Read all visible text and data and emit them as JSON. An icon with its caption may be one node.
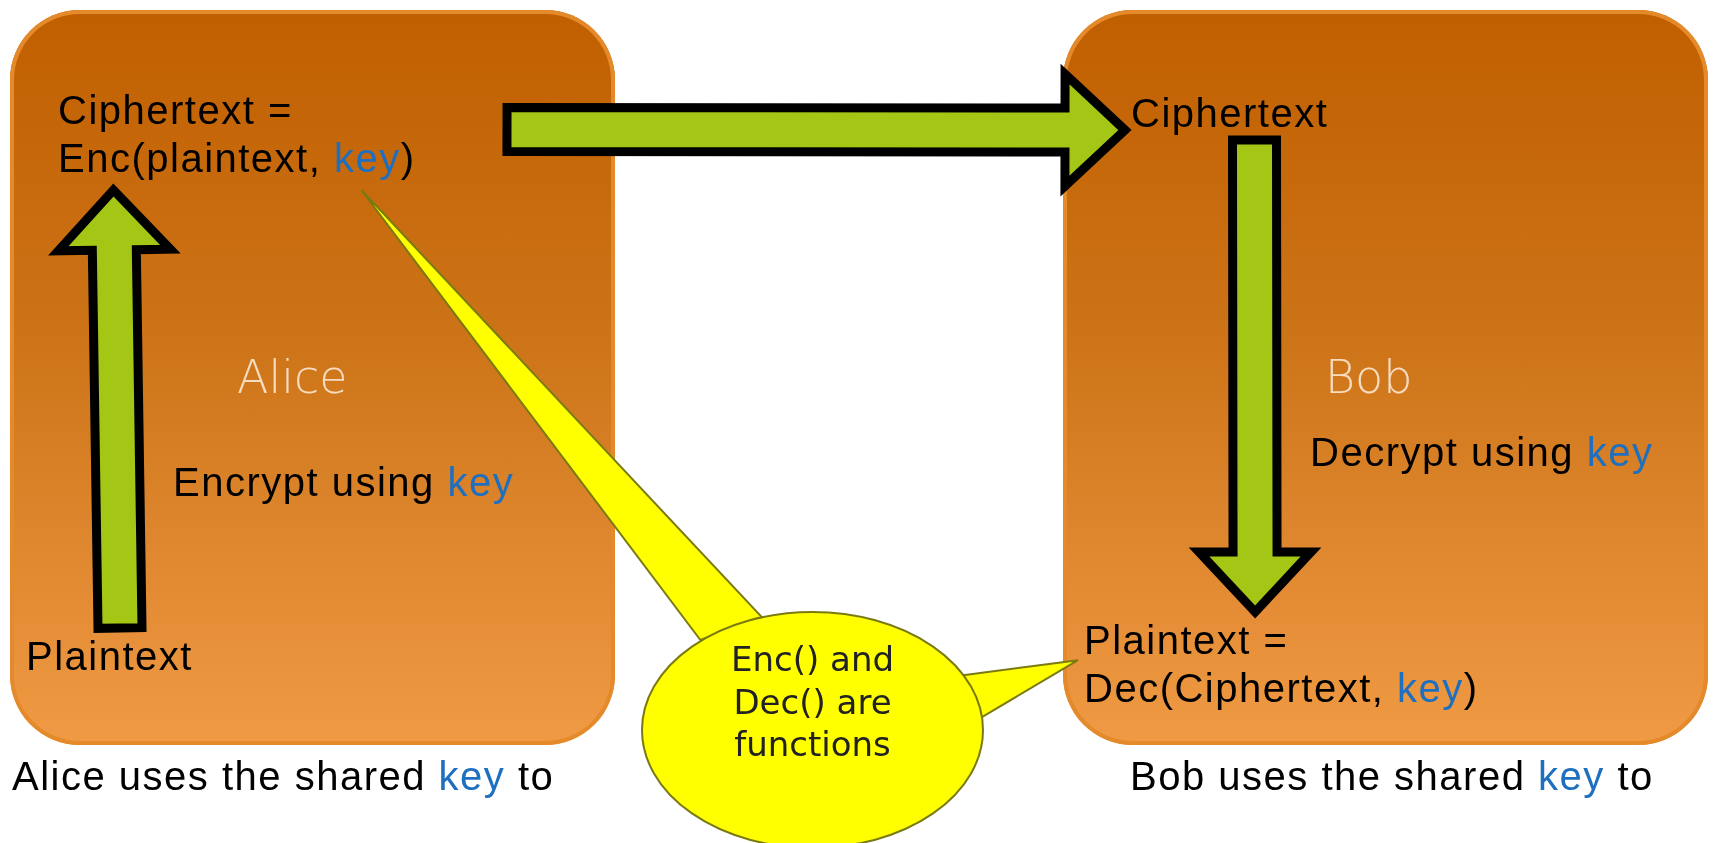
{
  "diagram": {
    "nodes": [
      {
        "text": [
          "Alice"
        ]
      },
      {
        "text": [
          "Ciphertext = Enc(plaintext, *key*)"
        ],
        "in": 0
      },
      {
        "text": [
          "Plaintext"
        ],
        "in": 0
      },
      {
        "text": [
          "Bob"
        ]
      },
      {
        "text": [
          "Ciphertext"
        ],
        "in": 3
      },
      {
        "text": [
          "Plaintext = Dec(Ciphertext, *key*)"
        ],
        "in": 3
      },
      {
        "text": [
          "Enc() and Dec() are functions"
        ]
      }
    ],
    "edges": [
      {
        "from": 2,
        "to": 1,
        "arrow": "to",
        "label": "Encrypt using *key*",
        "style": "thick"
      },
      {
        "from": 1,
        "to": 4,
        "arrow": "to",
        "style": "thick"
      },
      {
        "from": 4,
        "to": 5,
        "arrow": "to",
        "label": "Decrypt using *key*",
        "style": "thick"
      },
      {
        "from": 6,
        "to": 1,
        "arrow": "none"
      },
      {
        "from": 6,
        "to": 5,
        "arrow": "none"
      }
    ],
    "labels": [
      "Alice uses the shared *key* to",
      "Bob uses the shared *key* to"
    ]
  }
}
